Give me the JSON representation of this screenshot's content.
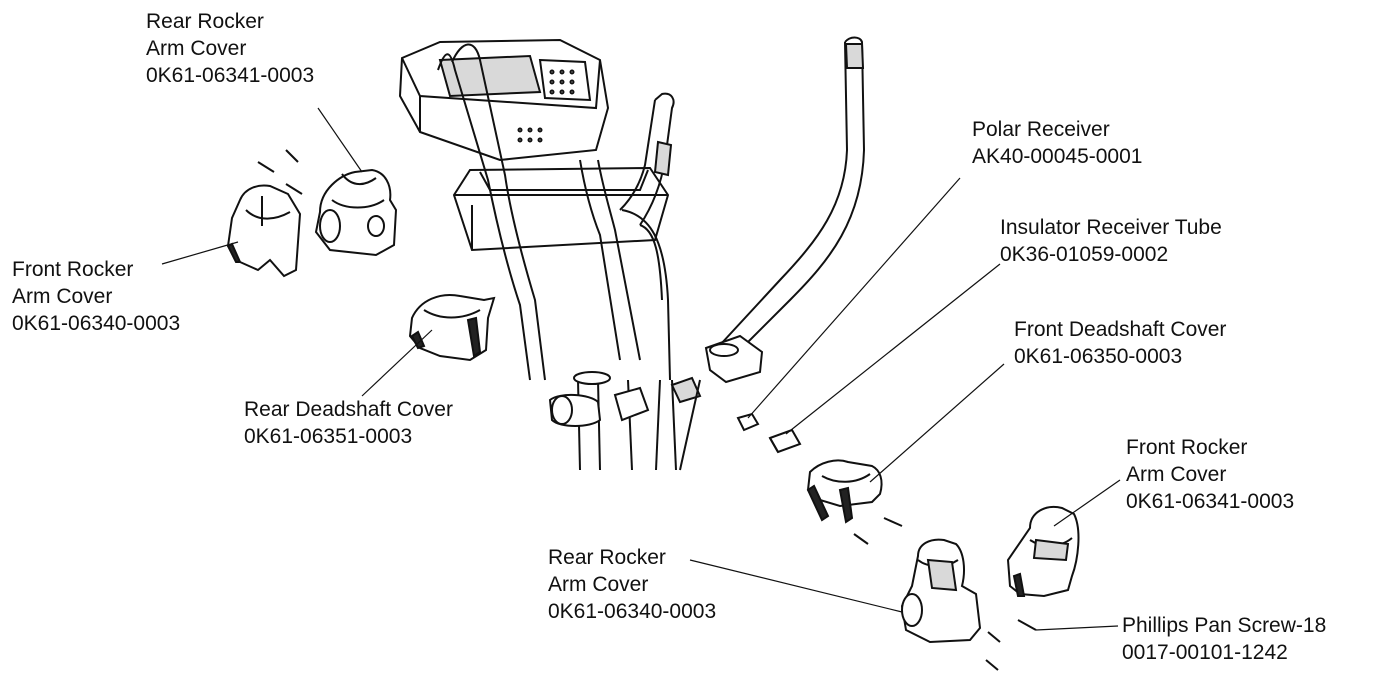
{
  "diagram": {
    "labels": [
      {
        "id": "rear-rocker-arm-cover-top",
        "lines": [
          "Rear Rocker",
          "Arm Cover",
          "0K61-06341-0003"
        ]
      },
      {
        "id": "front-rocker-arm-cover-left",
        "lines": [
          "Front Rocker",
          "Arm Cover",
          "0K61-06340-0003"
        ]
      },
      {
        "id": "rear-deadshaft-cover",
        "lines": [
          "Rear Deadshaft Cover",
          "0K61-06351-0003"
        ]
      },
      {
        "id": "polar-receiver",
        "lines": [
          "Polar Receiver",
          "AK40-00045-0001"
        ]
      },
      {
        "id": "insulator-receiver-tube",
        "lines": [
          "Insulator Receiver Tube",
          "0K36-01059-0002"
        ]
      },
      {
        "id": "front-deadshaft-cover",
        "lines": [
          "Front Deadshaft Cover",
          "0K61-06350-0003"
        ]
      },
      {
        "id": "front-rocker-arm-cover-right",
        "lines": [
          "Front  Rocker",
          "Arm Cover",
          "0K61-06341-0003"
        ]
      },
      {
        "id": "rear-rocker-arm-cover-bottom",
        "lines": [
          "Rear Rocker",
          "Arm Cover",
          "0K61-06340-0003"
        ]
      },
      {
        "id": "phillips-pan-screw",
        "lines": [
          "Phillips Pan Screw-18",
          "0017-00101-1242"
        ]
      }
    ]
  }
}
